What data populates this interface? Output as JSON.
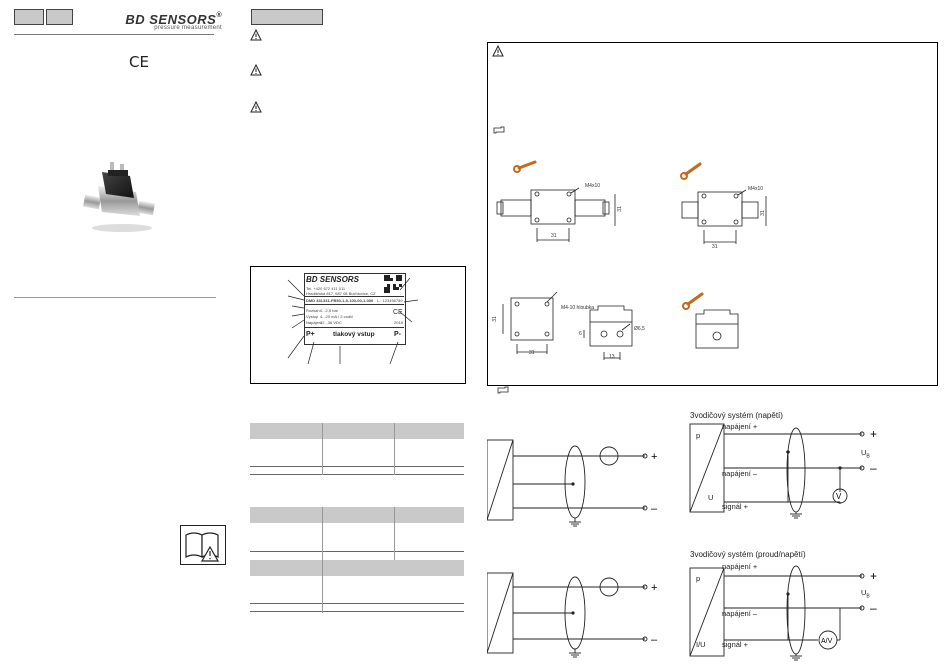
{
  "header": {
    "brand_name": "BD SENSORS",
    "brand_reg": "®",
    "brand_tagline": "pressure measurement",
    "ce_mark": "CE"
  },
  "icons": {
    "warning": "warning-triangle-icon",
    "manual": "manual-book-icon",
    "hand": "pointing-hand-icon",
    "wrench": "wrench-icon"
  },
  "nameplate": {
    "brand": "BD SENSORS",
    "row_tel": "Tel. +420 572 411 011",
    "row_addr": "Hradišťská 817, 687 08 Buchlovice, CZ",
    "row_typ": "DMD 331",
    "row_code": "331-FB50-1-5-100-00-1-000",
    "row_serial": "L.: 123456789",
    "row_p1": "Rozsah",
    "row_p1_val": "0...2,5 bar",
    "row_p2": "Výstup",
    "row_p2_val": "4...20 mA / 2-vodič",
    "row_p3": "Napájení",
    "row_p3_val": "12...36 VDC",
    "pin_left": "P+",
    "pin_mid": "tlakový vstup",
    "pin_right": "P-",
    "ce_small": "CE",
    "year": "2018"
  },
  "mounting": {
    "dim_m4x10_a": "M4x10",
    "dim_m4x10_b": "M4x10",
    "dim_31_a": "31",
    "dim_31_b": "31",
    "dim_31_c": "31",
    "dim_31_d": "31",
    "dim_31_e": "31",
    "dim_31_f": "31",
    "dim_m4x10_depth": "M4-10 hloubka",
    "dim_hole": "Ø6,5",
    "dim_13": "13",
    "dim_6": "6"
  },
  "wiring": {
    "title_voltage": "3vodičový systém (napětí)",
    "title_current_voltage": "3vodičový systém (proud/napětí)",
    "supply_plus": "napájení +",
    "supply_minus": "napájení –",
    "signal_plus": "signál +",
    "supply_plus_2": "napájení +",
    "supply_minus_2": "napájení –",
    "signal_plus_2": "signál +",
    "p_label": "p",
    "u_label": "U",
    "p_label_2": "p",
    "iu_label": "I/U",
    "ub_label": "U",
    "ub_sub": "B",
    "ub_label_2": "U",
    "ub_sub_2": "B",
    "plus": "+",
    "minus": "–",
    "meter_v": "V",
    "meter_av": "A/V"
  }
}
